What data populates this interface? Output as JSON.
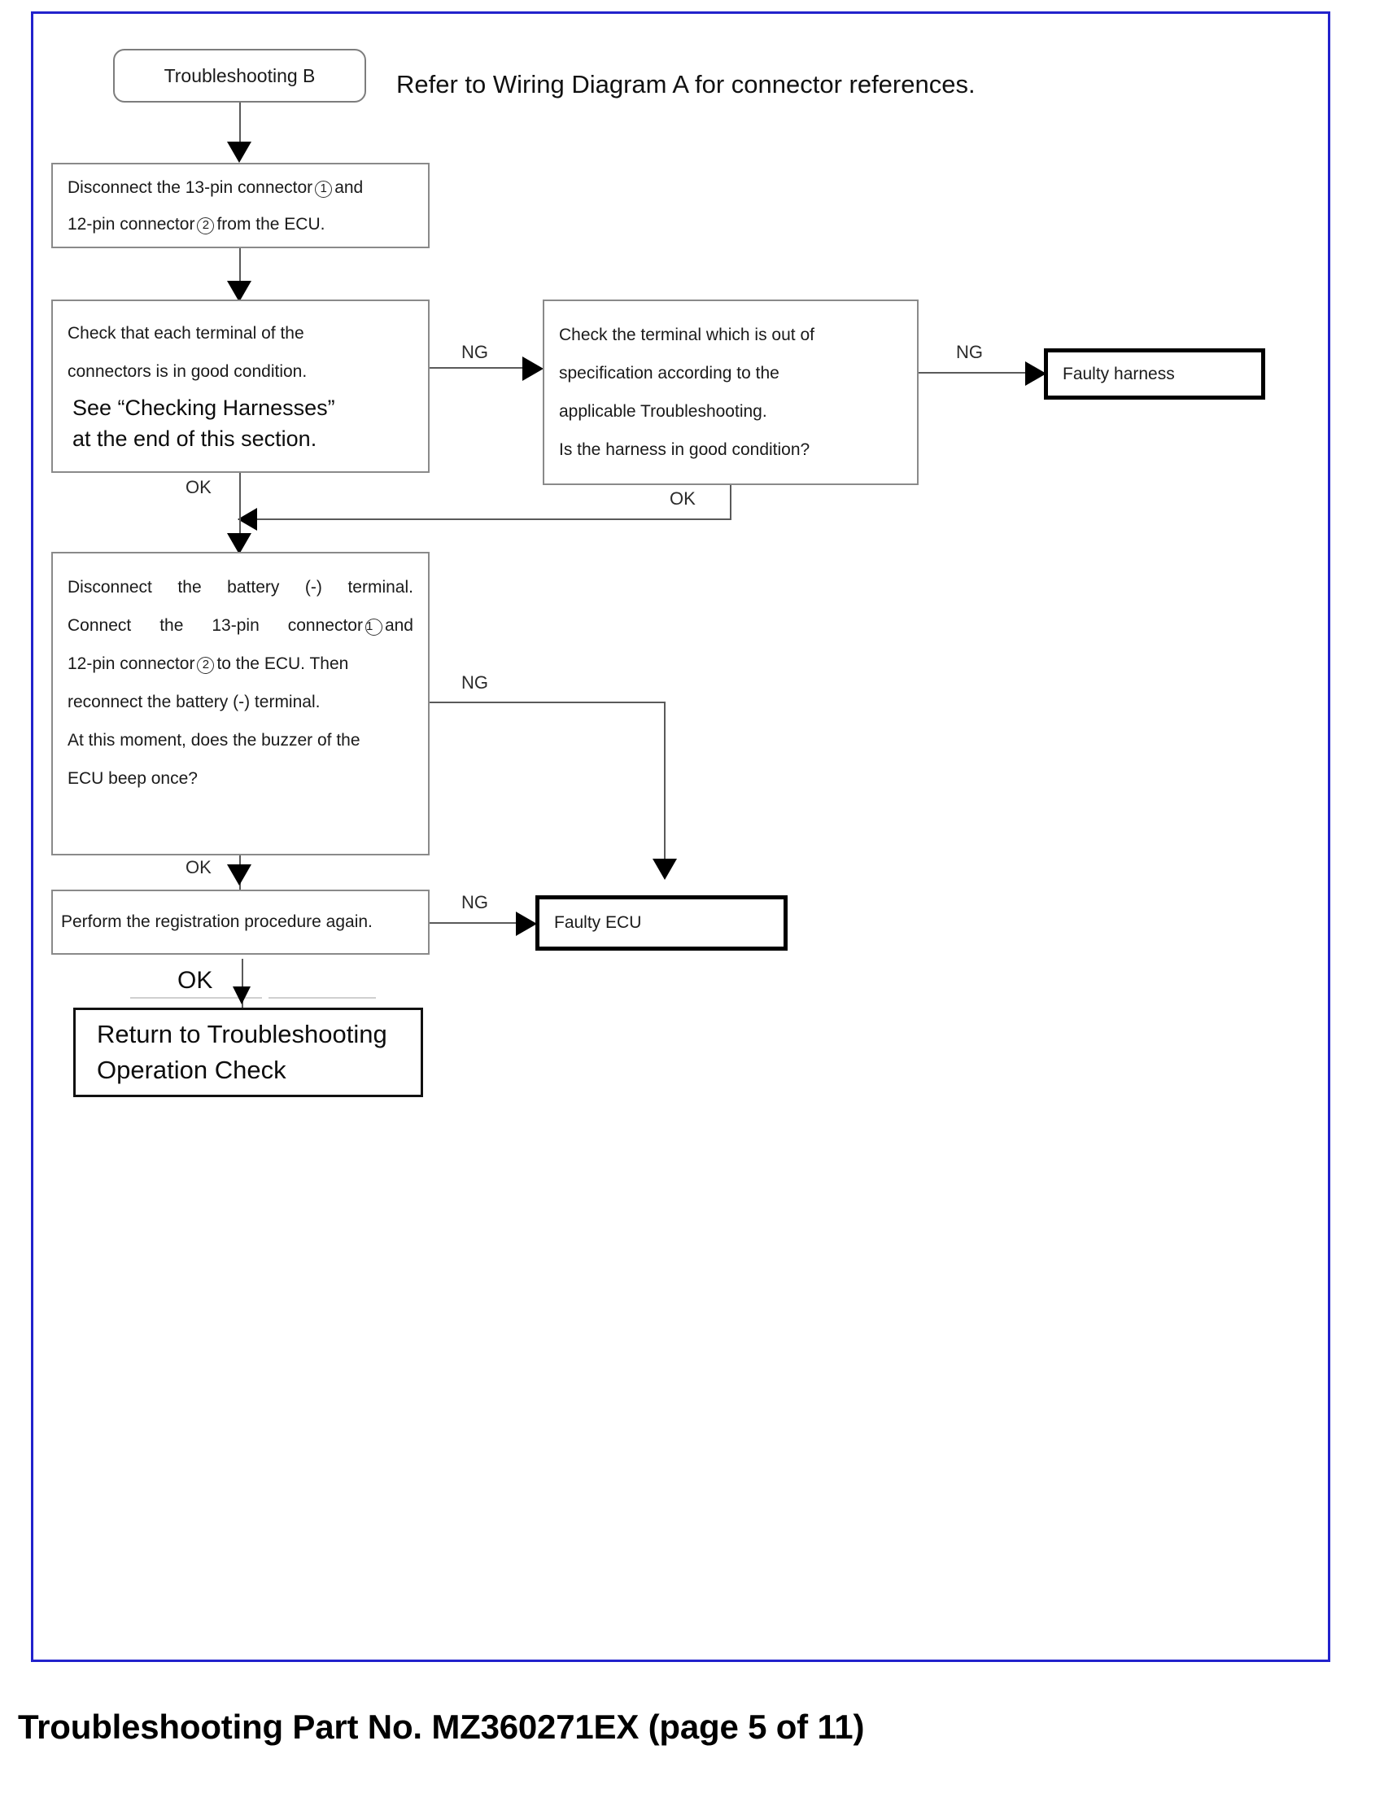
{
  "page": {
    "border_color": "#2222cc",
    "footer": "Troubleshooting Part No. MZ360271EX (page 5 of 11)"
  },
  "header": {
    "note": "Refer to Wiring Diagram A for connector references."
  },
  "nodes": {
    "start": {
      "label": "Troubleshooting B"
    },
    "disconnect_connectors": {
      "line1_a": "Disconnect the 13-pin connector",
      "line1_num": "1",
      "line1_b": "and",
      "line2_a": "12-pin connector",
      "line2_num": "2",
      "line2_b": "from the ECU."
    },
    "check_terminals": {
      "line1": "Check that each terminal of the",
      "line2": "connectors is in good condition.",
      "line3": "See “Checking Harnesses”",
      "line4": "at the end of this section."
    },
    "check_out_of_spec": {
      "line1": "Check the terminal which is out of",
      "line2": "specification according to the",
      "line3": "applicable Troubleshooting.",
      "line4": "Is the harness in good condition?"
    },
    "faulty_harness": {
      "label": "Faulty harness"
    },
    "reconnect_and_buzzer": {
      "line1": "Disconnect the battery (-) terminal.",
      "line2_a": "Connect the 13-pin connector",
      "line2_num": "1",
      "line2_b": "and",
      "line3_a": "12-pin connector",
      "line3_num": "2",
      "line3_b": "to the ECU. Then",
      "line4": "reconnect the battery (-) terminal.",
      "line5": "At this moment, does the buzzer of the",
      "line6": "ECU beep once?"
    },
    "registration_again": {
      "label": "Perform the registration procedure again."
    },
    "faulty_ecu": {
      "label": "Faulty ECU"
    },
    "return_operation_check": {
      "line1": "Return to Troubleshooting",
      "line2": "Operation Check"
    }
  },
  "branches": {
    "ng_1": "NG",
    "ng_2": "NG",
    "ok_1": "OK",
    "ok_2": "OK",
    "ng_3": "NG",
    "ok_3": "OK",
    "ng_4": "NG",
    "ok_4": "OK"
  }
}
